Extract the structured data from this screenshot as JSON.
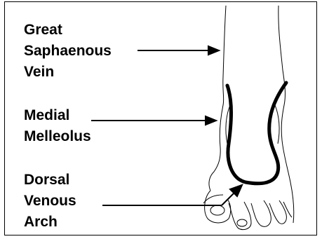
{
  "labels": {
    "great_saphaenous_vein": [
      "Great",
      "Saphaenous",
      "Vein"
    ],
    "medial_melleolus": [
      "Medial",
      "Melleolus"
    ],
    "dorsal_venous_arch": [
      "Dorsal",
      "Venous",
      "Arch"
    ]
  },
  "colors": {
    "background": "#ffffff",
    "ink": "#000000"
  }
}
